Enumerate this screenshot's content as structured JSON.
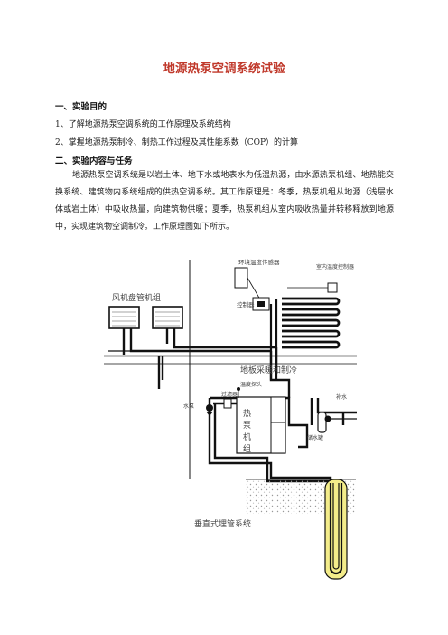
{
  "document": {
    "title": "地源热泵空调系统试验",
    "section1": {
      "heading": "一、实验目的",
      "items": [
        "1、了解地源热泵空调系统的工作原理及系统结构",
        "2、掌握地源热泵制冷、制热工作过程及其性能系数（COP）的计算"
      ]
    },
    "section2": {
      "heading": "二、实验内容与任务",
      "paragraph": "地源热泵空调系统是以岩土体、地下水或地表水为低温热源，由水源热泵机组、地热能交换系统、建筑物内系统组成的供热空调系统。其工作原理是：冬季，热泵机组从地源（浅层水体或岩土体）中吸收热量，向建筑物供暖；夏季，热泵机组从室内吸收热量并转移释放到地源中，实现建筑物空调制冷。工作原理图如下所示。"
    }
  },
  "diagram": {
    "labels": {
      "env_sensor": "环境温度传感器",
      "room_controller": "室内温度控制器",
      "fan_coil": "风机盘管机组",
      "controller": "控制器",
      "floor_heating": "地板采暖和制冷",
      "temp_probe": "温度探头",
      "pump": "水泵",
      "filter": "过滤器",
      "heat_pump": "热泵机组",
      "makeup_water": "补水",
      "storage_tank": "储水罐",
      "ground_loop": "垂直式埋管系统"
    },
    "colors": {
      "pipe": "#111111",
      "ground_hatch": "#bbbbbb",
      "borehole_fill": "#f3ec8a",
      "label_text": "#444444"
    }
  }
}
